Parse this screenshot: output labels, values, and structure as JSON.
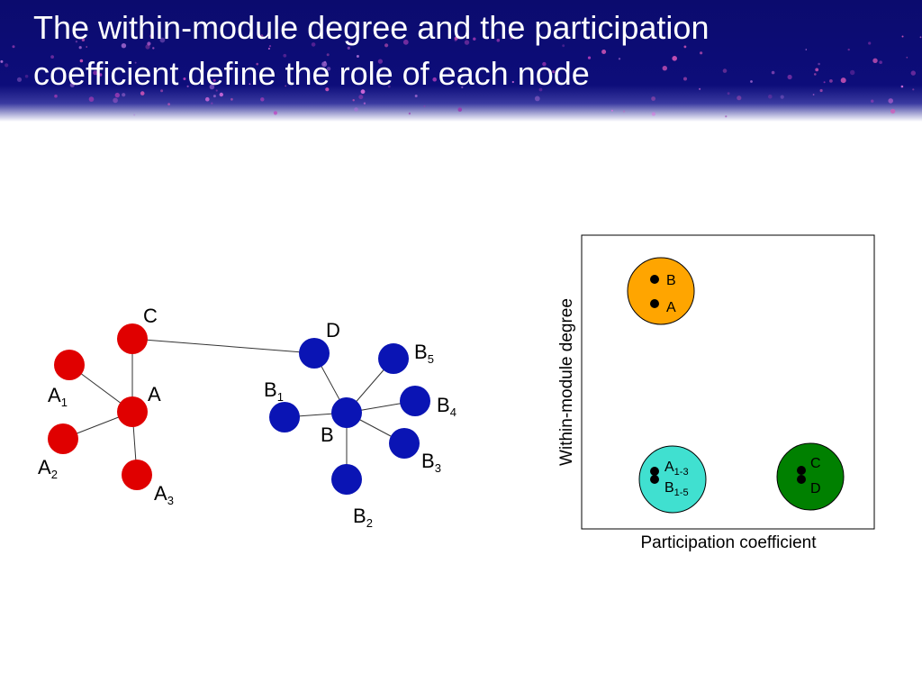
{
  "slide": {
    "title_line_1": "The within-module degree and the participation",
    "title_line_2": "coefficient define the role of each node"
  },
  "network": {
    "colors": {
      "module_a": "#e00000",
      "module_b": "#0a14b4"
    },
    "labels": {
      "c": "C",
      "a": "A",
      "a1": "A",
      "a1_sub": "1",
      "a2": "A",
      "a2_sub": "2",
      "a3": "A",
      "a3_sub": "3",
      "d": "D",
      "b": "B",
      "b1": "B",
      "b1_sub": "1",
      "b2": "B",
      "b2_sub": "2",
      "b3": "B",
      "b3_sub": "3",
      "b4": "B",
      "b4_sub": "4",
      "b5": "B",
      "b5_sub": "5"
    }
  },
  "role_plot": {
    "xlabel": "Participation coefficient",
    "ylabel": "Within-module degree",
    "groups": [
      {
        "color": "#ffa500",
        "labels": [
          "B",
          "A"
        ]
      },
      {
        "color": "#40e0d0",
        "labels": [
          "A",
          "B"
        ],
        "subs": [
          "1-3",
          "1-5"
        ]
      },
      {
        "color": "#008000",
        "labels": [
          "C",
          "D"
        ]
      }
    ]
  }
}
